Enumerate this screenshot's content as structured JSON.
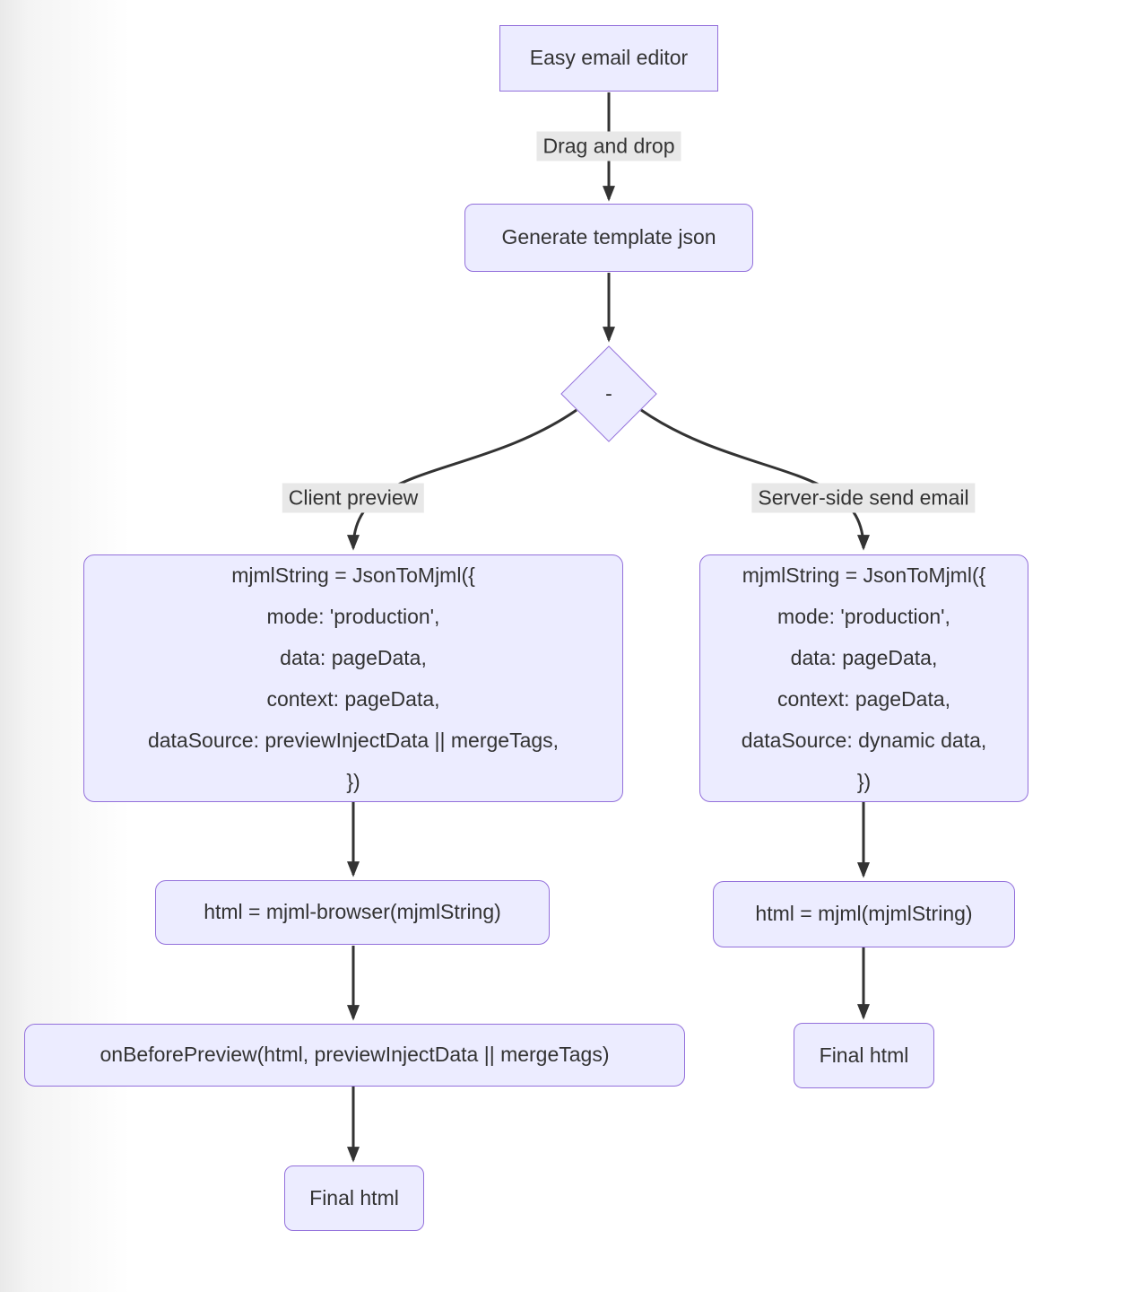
{
  "colors": {
    "node_fill": "#ECECFF",
    "node_border": "#9370DB",
    "text": "#333333",
    "edge": "#333333",
    "edge_label_bg": "#e8e8e8"
  },
  "flowchart": {
    "nodes": {
      "editor": "Easy email editor",
      "generate_json": "Generate template json",
      "decision": "-",
      "client_jsontomjml": {
        "lines": [
          "mjmlString = JsonToMjml({",
          "mode: 'production',",
          "data: pageData,",
          "context: pageData,",
          "dataSource: previewInjectData || mergeTags,",
          "})"
        ]
      },
      "server_jsontomjml": {
        "lines": [
          "mjmlString = JsonToMjml({",
          "mode: 'production',",
          "data: pageData,",
          "context: pageData,",
          "dataSource: dynamic data,",
          "})"
        ]
      },
      "client_render": "html = mjml-browser(mjmlString)",
      "client_onbefore": "onBeforePreview(html, previewInjectData || mergeTags)",
      "client_final": "Final html",
      "server_render": "html = mjml(mjmlString)",
      "server_final": "Final html"
    },
    "edge_labels": {
      "drag_drop": "Drag and drop",
      "client_branch": "Client preview",
      "server_branch": "Server-side send email"
    }
  }
}
